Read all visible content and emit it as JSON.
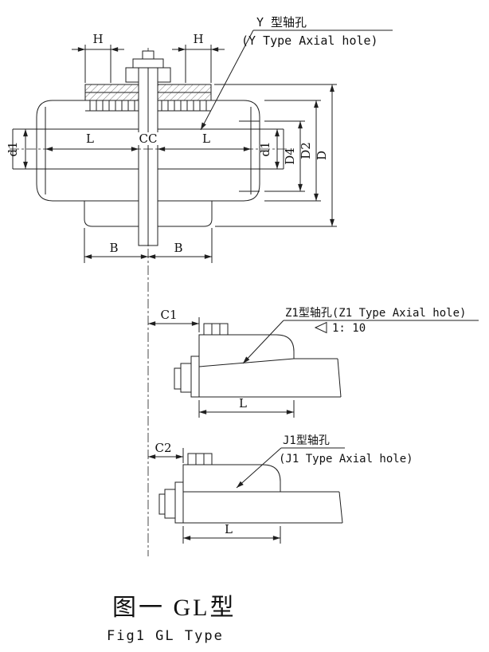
{
  "figure": {
    "caption_cn": "图一 GL型",
    "caption_en": "Fig1 GL Type"
  },
  "annotations": {
    "y_type_cn": "Y 型轴孔",
    "y_type_en": "(Y Type Axial hole)",
    "z1_type": "Z1型轴孔(Z1 Type Axial hole)",
    "taper_ratio": "1: 10",
    "j1_type_cn": "J1型轴孔",
    "j1_type_en": "(J1 Type Axial hole)"
  },
  "dimensions": {
    "h_left": "H",
    "h_right": "H",
    "l_main_left": "L",
    "l_main_right": "L",
    "cc": "CC",
    "d1_left": "d1",
    "d1_right": "d1",
    "d4": "D4",
    "d2": "D2",
    "d_outer": "D",
    "b_left": "B",
    "b_right": "B",
    "c1": "C1",
    "c2": "C2",
    "l_z1": "L",
    "l_j1": "L"
  },
  "icons": {
    "taper_symbol": "left-pointing-triangle"
  },
  "colors": {
    "line": "#1f1f1f",
    "background": "#ffffff"
  }
}
